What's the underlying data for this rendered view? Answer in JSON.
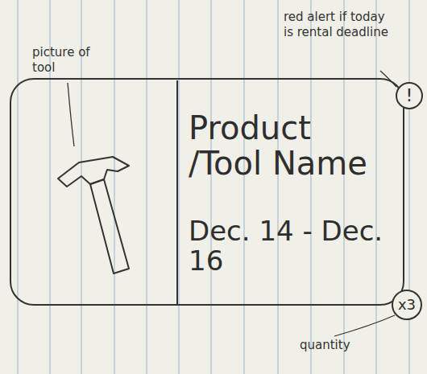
{
  "diagram": {
    "nodes": [
      {
        "text": [
          "Product /Tool Name",
          "Dec. 14 - Dec. 16"
        ]
      },
      {
        "text": [
          "!"
        ]
      },
      {
        "text": [
          "x3"
        ]
      }
    ],
    "labels": [
      "picture of tool",
      "red alert if today is rental deadline",
      "quantity"
    ]
  }
}
